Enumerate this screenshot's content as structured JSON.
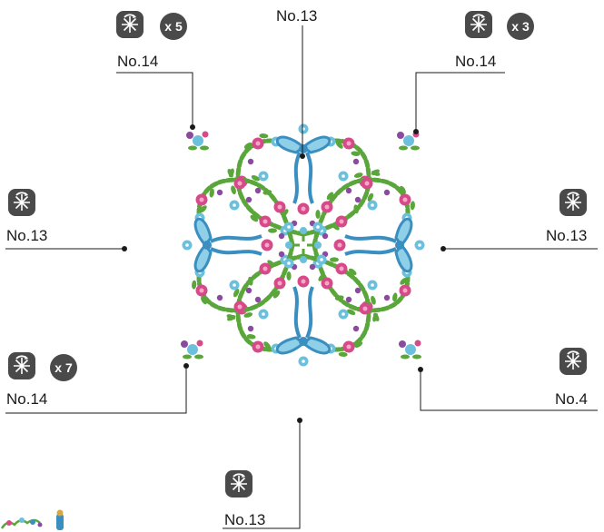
{
  "callouts": {
    "top": {
      "label": "No.13"
    },
    "top_left": {
      "label": "No.14",
      "count": "x 5",
      "icon": "rotate-stitch-icon"
    },
    "top_right": {
      "label": "No.14",
      "count": "x 3",
      "icon": "rotate-stitch-icon"
    },
    "left": {
      "label": "No.13",
      "icon": "rotate-stitch-icon"
    },
    "right": {
      "label": "No.13",
      "icon": "rotate-stitch-icon"
    },
    "bottom_left": {
      "label": "No.14",
      "count": "x 7",
      "icon": "rotate-stitch-icon"
    },
    "bottom_right": {
      "label": "No.4",
      "icon": "rotate-stitch-icon"
    },
    "bottom": {
      "label": "No.13",
      "icon": "rotate-stitch-icon"
    }
  },
  "colors": {
    "leaf": "#5aa63a",
    "bow": "#3a8fc0",
    "bow_light": "#8fd0e8",
    "rose": "#d64a8a",
    "flower_blue": "#6cc0dc",
    "purple": "#8a4aa0",
    "line": "#1a1a1a",
    "badge": "#4a4a4a"
  }
}
